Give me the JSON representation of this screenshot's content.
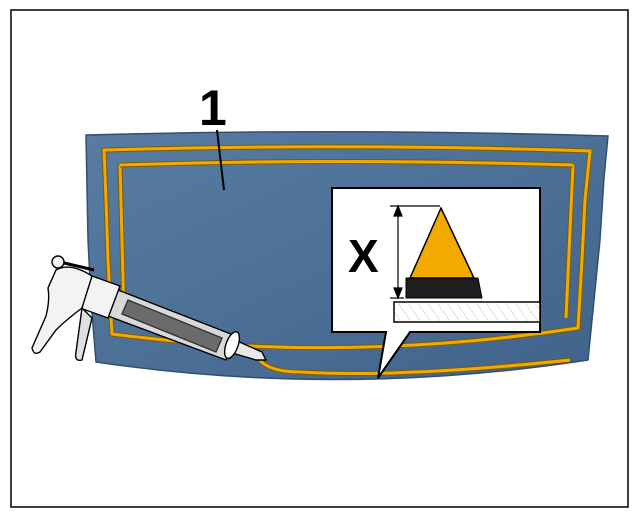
{
  "figure": {
    "callout_number": "1",
    "dimension_label": "X",
    "colors": {
      "glass": "#4b6f96",
      "glass_edge": "#3a5a7e",
      "adhesive_bead": "#f2a900",
      "bead_outline": "#7a5a00",
      "primer_base": "#1e1e1e",
      "frame": "#000000",
      "background": "#ffffff"
    },
    "icons": [
      "windshield",
      "caulking-gun",
      "adhesive-bead",
      "detail-callout",
      "dimension-arrow"
    ]
  }
}
